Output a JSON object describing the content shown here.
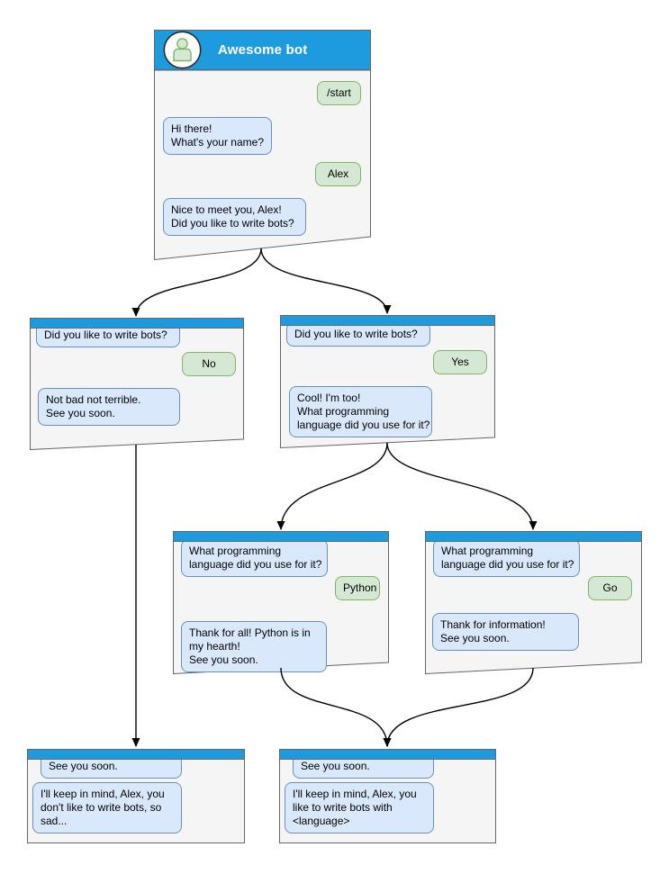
{
  "colors": {
    "header-blue": "#1e9bde",
    "window-bg": "#f5f5f5",
    "window-border": "#666666",
    "bot-bubble-bg": "#dae8fc",
    "bot-bubble-border": "#6c8ebf",
    "user-bubble-bg": "#d5e8d4",
    "user-bubble-border": "#82b366",
    "arrow": "#000000"
  },
  "bot": {
    "title": "Awesome bot",
    "avatar_icon": "person-icon"
  },
  "windows": {
    "main": {
      "user_start": "/start",
      "bot_greeting": "Hi there!\nWhat's your name?",
      "user_name": "Alex",
      "bot_question": "Nice to meet you, Alex!\nDid you like to write bots?"
    },
    "branch_no": {
      "context": "Did you like to write bots?",
      "user_answer": "No",
      "bot_reply": "Not bad not terrible.\nSee you soon."
    },
    "branch_yes": {
      "context": "Did you like to write bots?",
      "user_answer": "Yes",
      "bot_reply": "Cool! I'm too!\nWhat programming\nlanguage did you use for it?"
    },
    "branch_python": {
      "context": "What programming\nlanguage did you use for it?",
      "user_answer": "Python",
      "bot_reply": "Thank for all! Python is in\nmy hearth!\nSee you soon."
    },
    "branch_go": {
      "context": "What programming\nlanguage did you use for it?",
      "user_answer": "Go",
      "bot_reply": "Thank for information!\nSee you soon."
    },
    "end_no": {
      "context": "See you soon.",
      "bot_reply": "I'll keep in mind, Alex, you\ndon't like to write bots, so\nsad..."
    },
    "end_yes": {
      "context": "See you soon.",
      "bot_reply": "I'll keep in mind, Alex, you\nlike to write bots with\n<language>"
    }
  }
}
